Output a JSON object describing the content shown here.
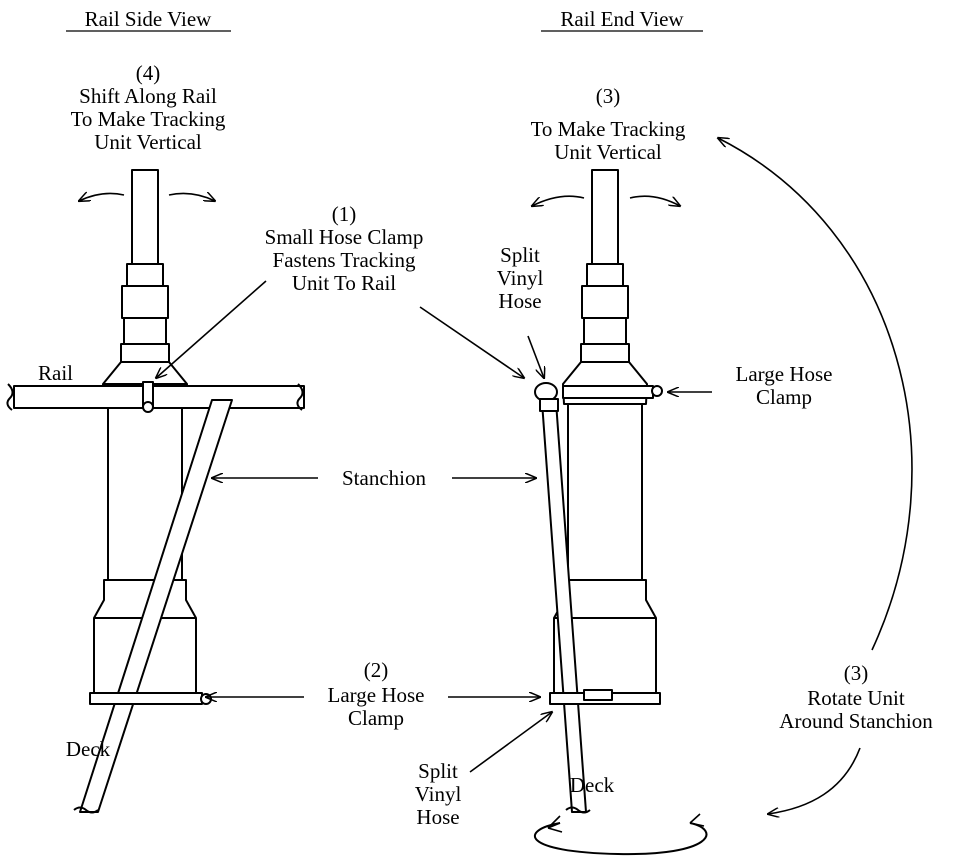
{
  "views": {
    "side_title": "Rail Side View",
    "end_title": "Rail End View"
  },
  "side": {
    "step4": [
      "(4)",
      "Shift Along Rail",
      "To Make Tracking",
      "Unit Vertical"
    ],
    "rail": "Rail",
    "deck": "Deck"
  },
  "center": {
    "step1": [
      "(1)",
      "Small Hose Clamp",
      "Fastens Tracking",
      "Unit To Rail"
    ],
    "stanchion": "Stanchion",
    "step2": [
      "(2)",
      "Large Hose",
      "Clamp"
    ]
  },
  "end": {
    "step3_top": [
      "(3)",
      "To Make Tracking",
      "Unit Vertical"
    ],
    "split_hose_top": [
      "Split",
      "Vinyl",
      "Hose"
    ],
    "large_clamp": [
      "Large Hose",
      "Clamp"
    ],
    "step3_rotate": [
      "(3)",
      "Rotate Unit",
      "Around Stanchion"
    ],
    "deck": "Deck",
    "split_hose_bottom": [
      "Split",
      "Vinyl",
      "Hose"
    ]
  }
}
